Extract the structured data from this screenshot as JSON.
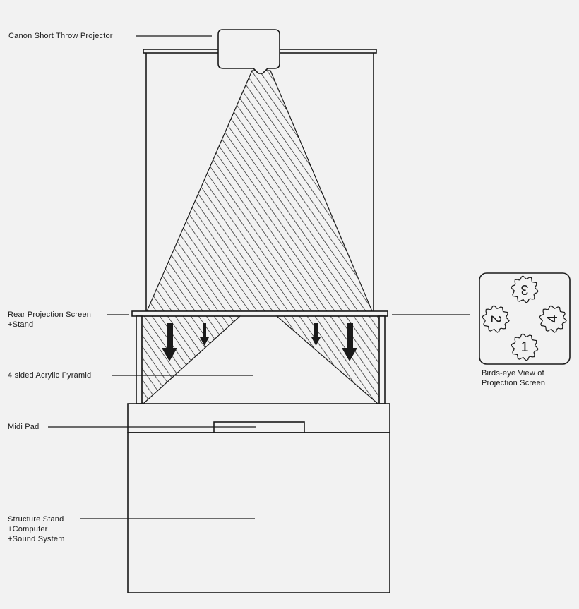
{
  "labels": {
    "projector": "Canon Short Throw Projector",
    "rear_screen": [
      "Rear Projection Screen",
      "+Stand"
    ],
    "pyramid": "4 sided Acrylic Pyramid",
    "midi_pad": "Midi Pad",
    "structure": [
      "Structure Stand",
      "+Computer",
      "+Sound System"
    ]
  },
  "birds_eye": {
    "caption": [
      "Birds-eye View of",
      "Projection Screen"
    ],
    "numbers": [
      "3",
      "2",
      "4",
      "1"
    ]
  },
  "colors": {
    "background": "#f2f2f2",
    "line": "#1a1a1a"
  }
}
